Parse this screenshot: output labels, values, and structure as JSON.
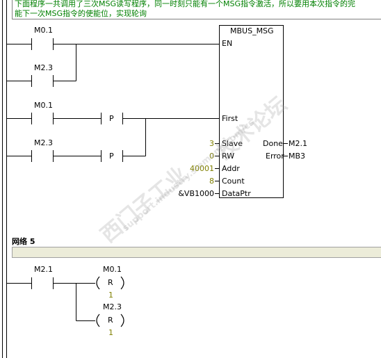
{
  "comment": {
    "line1": "下面程序一共调用了三次MSG读写程序，同一时刻只能有一个MSG指令激活，所以要用本次指令的完",
    "line2": "能下一次MSG指令的使能位，实现轮询"
  },
  "network4": {
    "contacts": [
      "M0.1",
      "M2.3",
      "M0.1",
      "M2.3"
    ],
    "p_label": "P",
    "block": {
      "title": "MBUS_MSG",
      "en": "EN",
      "first": "First",
      "slave": "Slave",
      "rw": "RW",
      "addr": "Addr",
      "count": "Count",
      "dataptr": "DataPtr",
      "done": "Done",
      "error": "Error"
    },
    "inputs": {
      "slave": "3",
      "rw": "0",
      "addr": "40001",
      "count": "8",
      "dataptr": "&VB1000"
    },
    "outputs": {
      "done": "M2.1",
      "error": "MB3"
    }
  },
  "network5": {
    "title": "网络 5",
    "contact": "M2.1",
    "coils": [
      {
        "address": "M0.1",
        "type": "R",
        "count": "1"
      },
      {
        "address": "M2.3",
        "type": "R",
        "count": "1"
      }
    ]
  },
  "watermark": {
    "text1": "西门子工业",
    "text2": "support.industry.siemens.com/cs",
    "text3": "技术论坛"
  }
}
